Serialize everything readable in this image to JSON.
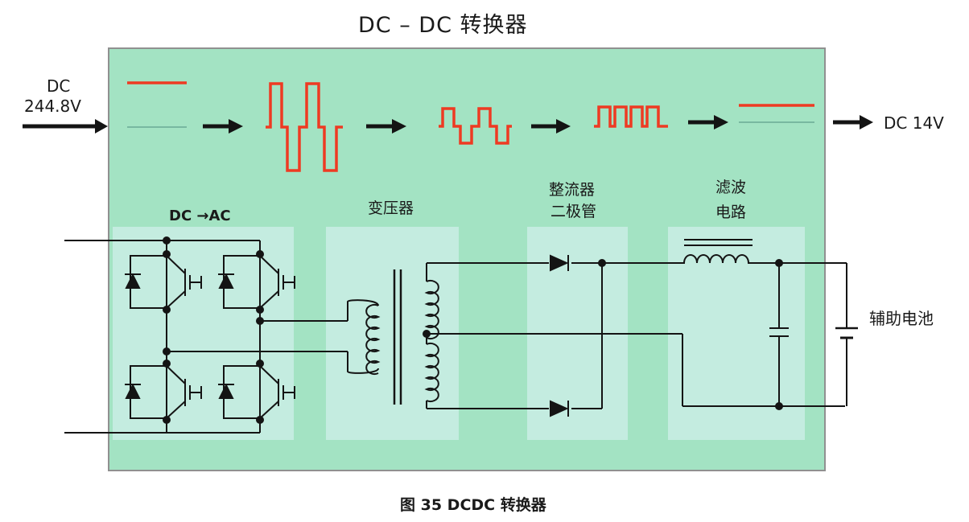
{
  "title": "DC – DC 转换器",
  "input": {
    "line1": "DC",
    "line2": "244.8V"
  },
  "output": {
    "label": "DC 14V"
  },
  "blocks": {
    "inverter": "DC →AC",
    "transformer": "变压器",
    "rectifier_line1": "整流器",
    "rectifier_line2": "二极管",
    "filter_line1": "滤波",
    "filter_line2": "电路",
    "battery": "辅助电池"
  },
  "caption": "图 35  DCDC 转换器",
  "colors": {
    "panel": "#a3e3c3",
    "panel_border": "#909090",
    "subpanel": "#c4ece0",
    "waveform": "#ee3a22",
    "line": "#141414"
  }
}
